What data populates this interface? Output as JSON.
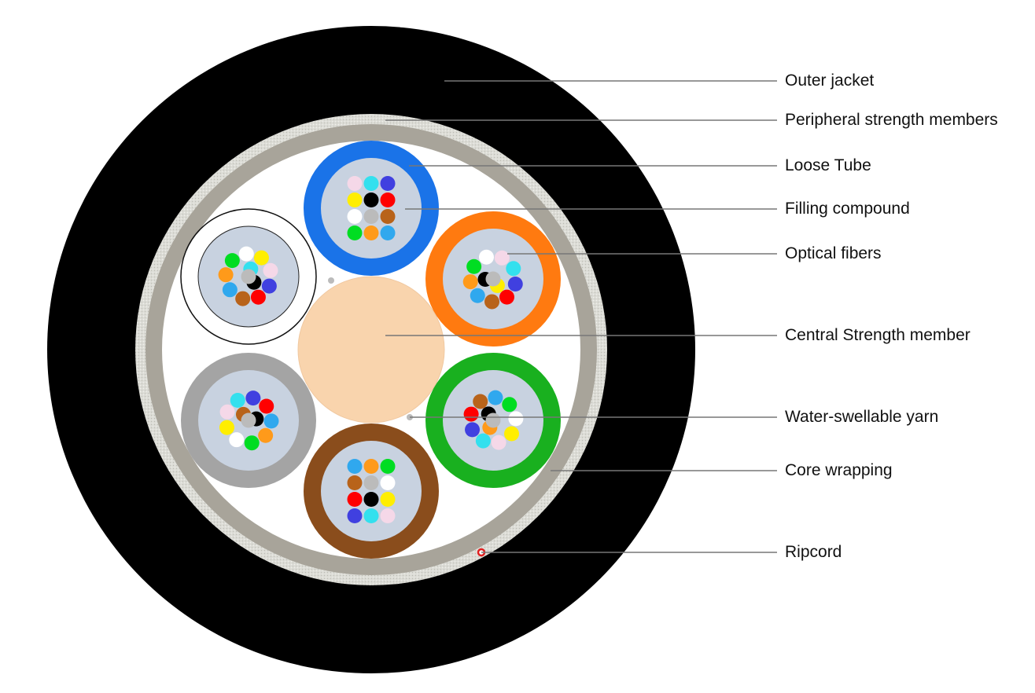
{
  "title": "Loose tube fiber optic cable cross-section",
  "labels": [
    {
      "id": "outer-jacket",
      "text": "Outer jacket"
    },
    {
      "id": "peripheral-strength-members",
      "text": "Peripheral strength members"
    },
    {
      "id": "loose-tube",
      "text": "Loose Tube"
    },
    {
      "id": "filling-compound",
      "text": "Filling compound"
    },
    {
      "id": "optical-fibers",
      "text": "Optical fibers"
    },
    {
      "id": "central-strength-member",
      "text": "Central Strength member"
    },
    {
      "id": "water-swellable-yarn",
      "text": "Water-swellable yarn"
    },
    {
      "id": "core-wrapping",
      "text": "Core wrapping"
    },
    {
      "id": "ripcord",
      "text": "Ripcord"
    }
  ],
  "colors": {
    "jacket": "#000000",
    "strength": "#d8d8d4",
    "wrap": "#a8a49a",
    "core": "#ffffff",
    "central": "#f9d4ad",
    "filling": "#c8d2e0",
    "ripcord": "#e02020",
    "leader": "#777777"
  },
  "tubes": [
    {
      "name": "blue",
      "color": "#1a73e8",
      "layout": "grid",
      "fibers": [
        "#f5d8e8",
        "#33e0ee",
        "#4040e0",
        "#ffee00",
        "#000000",
        "#ff0000",
        "#ffffff",
        "#bbbbbb",
        "#b8631a",
        "#00dd22",
        "#ff9a1a",
        "#30a8ee"
      ]
    },
    {
      "name": "orange",
      "color": "#ff7a10",
      "layout": "ring",
      "fibers": [
        "#f5d8e8",
        "#33e0ee",
        "#4040e0",
        "#ff0000",
        "#b8631a",
        "#30a8ee",
        "#ff9a1a",
        "#00dd22",
        "#ffffff",
        "#ffee00",
        "#000000",
        "#bbbbbb"
      ]
    },
    {
      "name": "green",
      "color": "#19b01f",
      "layout": "ring",
      "fibers": [
        "#00dd22",
        "#ffffff",
        "#ffee00",
        "#f5d8e8",
        "#33e0ee",
        "#4040e0",
        "#ff0000",
        "#b8631a",
        "#30a8ee",
        "#ff9a1a",
        "#000000",
        "#bbbbbb"
      ]
    },
    {
      "name": "brown",
      "color": "#8a4d1c",
      "layout": "grid",
      "fibers": [
        "#30a8ee",
        "#ff9a1a",
        "#00dd22",
        "#b8631a",
        "#bbbbbb",
        "#ffffff",
        "#ff0000",
        "#000000",
        "#ffee00",
        "#4040e0",
        "#33e0ee",
        "#f5d8e8"
      ]
    },
    {
      "name": "gray",
      "color": "#a4a4a4",
      "layout": "ring",
      "fibers": [
        "#30a8ee",
        "#ff9a1a",
        "#00dd22",
        "#ffffff",
        "#ffee00",
        "#f5d8e8",
        "#33e0ee",
        "#4040e0",
        "#ff0000",
        "#b8631a",
        "#000000",
        "#bbbbbb"
      ]
    },
    {
      "name": "white",
      "color": "#ffffff",
      "layout": "ring",
      "fibers": [
        "#4040e0",
        "#ff0000",
        "#b8631a",
        "#30a8ee",
        "#ff9a1a",
        "#00dd22",
        "#ffffff",
        "#ffee00",
        "#f5d8e8",
        "#33e0ee",
        "#000000",
        "#bbbbbb"
      ]
    }
  ]
}
